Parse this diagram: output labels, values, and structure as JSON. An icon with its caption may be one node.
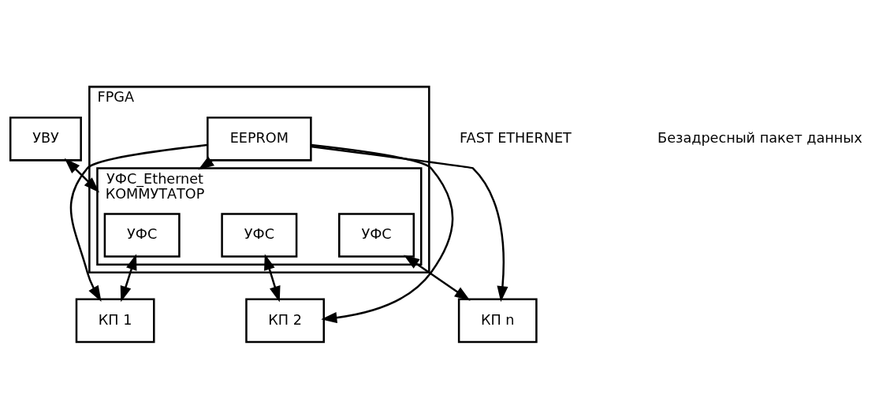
{
  "diagram": {
    "nodes": [
      {
        "text": [
          "УВУ"
        ]
      },
      {
        "text": [
          "FPGA"
        ]
      },
      {
        "text": [
          "УФС_Ethernet",
          "КОММУТАТОР"
        ],
        "in": 1
      },
      {
        "text": [
          "EEPROM"
        ],
        "in": 1
      },
      {
        "text": [
          "УФС"
        ],
        "in": 2
      },
      {
        "text": [
          "УФС"
        ],
        "in": 2
      },
      {
        "text": [
          "УФС"
        ],
        "in": 2
      },
      {
        "text": [
          "КП 1"
        ]
      },
      {
        "text": [
          "КП 2"
        ]
      },
      {
        "text": [
          "КП n"
        ]
      }
    ],
    "edges": [
      {
        "from": 0,
        "to": 2,
        "arrow": "both"
      },
      {
        "from": 3,
        "to": 2,
        "arrow": "to"
      },
      {
        "from": 4,
        "to": 7,
        "arrow": "both"
      },
      {
        "from": 5,
        "to": 8,
        "arrow": "both"
      },
      {
        "from": 6,
        "to": 9,
        "arrow": "both"
      },
      {
        "from": 3,
        "to": 7,
        "arrow": "to"
      },
      {
        "from": 3,
        "to": 8,
        "arrow": "to"
      },
      {
        "from": 3,
        "to": 9,
        "arrow": "to"
      }
    ],
    "labels": [
      "FAST ETHERNET",
      "Безадресный пакет данных"
    ]
  }
}
